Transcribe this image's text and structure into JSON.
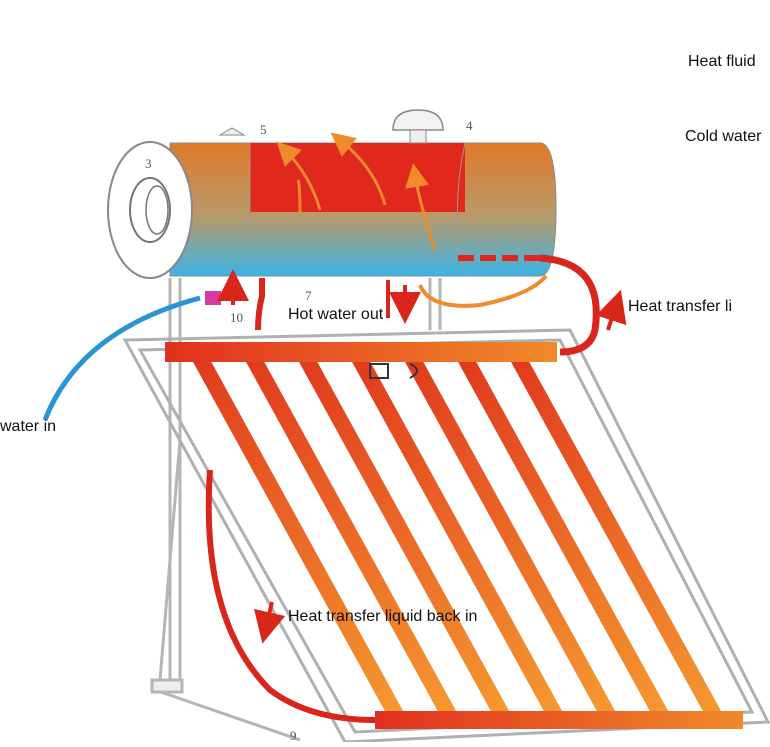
{
  "labels": {
    "heat_fluid": "Heat fluid",
    "cold_water": "Cold water",
    "heat_transfer_out": "Heat transfer li",
    "hot_water_out": "Hot water out",
    "water_in": "water in",
    "heat_transfer_back": "Heat transfer liquid back in"
  },
  "part_numbers": {
    "n3": "3",
    "n4": "4",
    "n5": "5",
    "n7": "7",
    "n9": "9",
    "n10": "10"
  },
  "colors": {
    "tank_warm": "#e07a2a",
    "tank_cool": "#3bb4e6",
    "hot_section": "#e0281c",
    "pipe_red": "#d9261c",
    "pipe_blue": "#2a93d6",
    "collector_tube": "#f0742a",
    "frame": "#bbbbbb"
  }
}
